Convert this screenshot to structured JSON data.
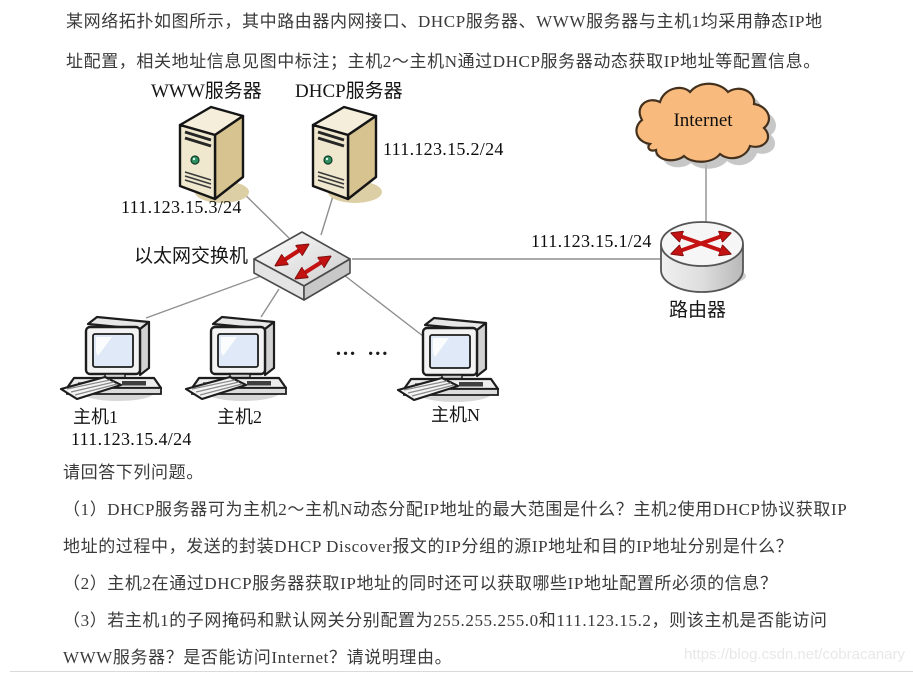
{
  "page": {
    "intro": "某网络拓扑如图所示，其中路由器内网接口、DHCP服务器、WWW服务器与主机1均采用静态IP地址配置，相关地址信息见图中标注；主机2～主机N通过DHCP服务器动态获取IP地址等配置信息。",
    "questions_prompt": "请回答下列问题。",
    "question1": "（1）DHCP服务器可为主机2～主机N动态分配IP地址的最大范围是什么？主机2使用DHCP协议获取IP地址的过程中，发送的封装DHCP Discover报文的IP分组的源IP地址和目的IP地址分别是什么？",
    "question2": "（2）主机2在通过DHCP服务器获取IP地址的同时还可以获取哪些IP地址配置所必须的信息？",
    "question3": "（3）若主机1的子网掩码和默认网关分别配置为255.255.255.0和111.123.15.2，则该主机是否能访问WWW服务器？是否能访问Internet？请说明理由。",
    "watermark": "https://blog.csdn.net/cobracanary"
  },
  "diagram": {
    "www_server": {
      "label": "WWW服务器",
      "ip": "111.123.15.3/24"
    },
    "dhcp_server": {
      "label": "DHCP服务器",
      "ip": "111.123.15.2/24"
    },
    "ethernet_switch": {
      "label": "以太网交换机"
    },
    "router": {
      "label": "路由器",
      "ip": "111.123.15.1/24"
    },
    "internet": {
      "label": "Internet"
    },
    "host1": {
      "label": "主机1",
      "ip": "111.123.15.4/24"
    },
    "host2": {
      "label": "主机2"
    },
    "hostN": {
      "label": "主机N"
    },
    "hosts_ellipsis": "… …"
  },
  "colors": {
    "arrow_red": "#c41212",
    "cloud_fill": "#f8ba7d",
    "server_tower_fill": "#efe8cf",
    "server_tower_side": "#d6c390",
    "device_gray": "#e5e5e5",
    "wire_gray": "#8f8f8f",
    "body_text": "#3a3a3a",
    "watermark_gray": "#e8e8e8"
  }
}
